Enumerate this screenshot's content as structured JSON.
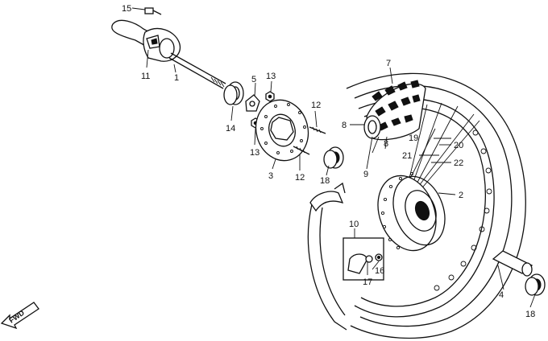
{
  "diagram": {
    "direction_label": "FWD",
    "parts": [
      {
        "id": "p15",
        "label": "15"
      },
      {
        "id": "p11",
        "label": "11"
      },
      {
        "id": "p1",
        "label": "1"
      },
      {
        "id": "p14",
        "label": "14"
      },
      {
        "id": "p5",
        "label": "5"
      },
      {
        "id": "p13a",
        "label": "13"
      },
      {
        "id": "p13b",
        "label": "13"
      },
      {
        "id": "p12a",
        "label": "12"
      },
      {
        "id": "p12b",
        "label": "12"
      },
      {
        "id": "p3",
        "label": "3"
      },
      {
        "id": "p18a",
        "label": "18"
      },
      {
        "id": "p7",
        "label": "7"
      },
      {
        "id": "p8a",
        "label": "8"
      },
      {
        "id": "p8b",
        "label": "8"
      },
      {
        "id": "p9",
        "label": "9"
      },
      {
        "id": "p19",
        "label": "19"
      },
      {
        "id": "p20",
        "label": "20"
      },
      {
        "id": "p21",
        "label": "21"
      },
      {
        "id": "p22",
        "label": "22"
      },
      {
        "id": "p2",
        "label": "2"
      },
      {
        "id": "p10",
        "label": "10"
      },
      {
        "id": "p16",
        "label": "16"
      },
      {
        "id": "p17",
        "label": "17"
      },
      {
        "id": "p4",
        "label": "4"
      },
      {
        "id": "p18b",
        "label": "18"
      }
    ]
  }
}
